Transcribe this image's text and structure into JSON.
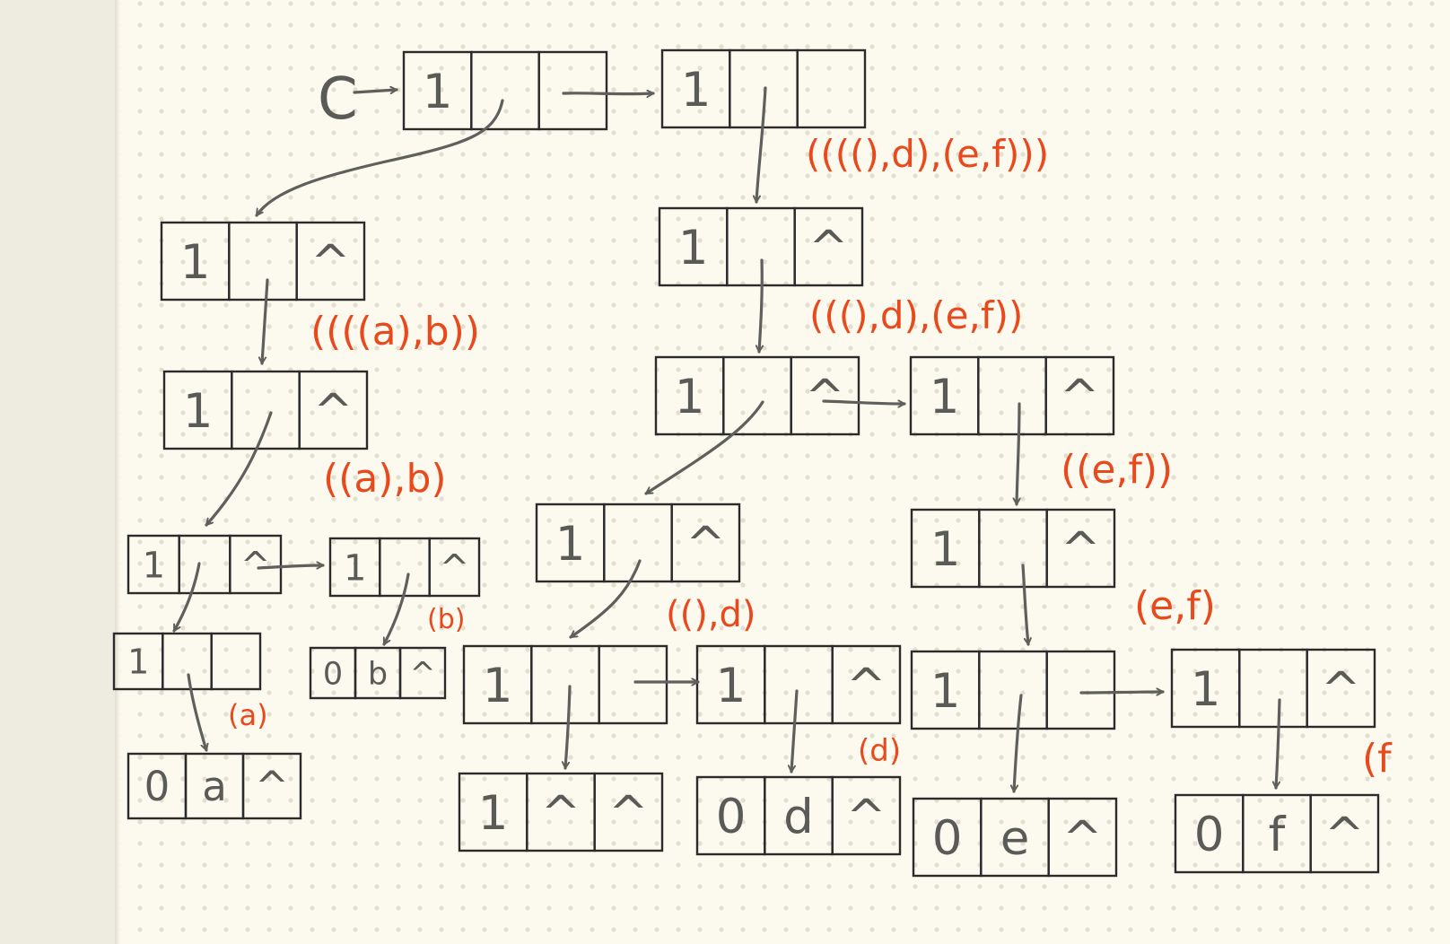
{
  "diagram": {
    "head_label": "C",
    "nodes": [
      {
        "id": "n1",
        "cells": [
          "1",
          "",
          ""
        ]
      },
      {
        "id": "n2",
        "cells": [
          "1",
          "",
          "^"
        ]
      },
      {
        "id": "n3",
        "cells": [
          "1",
          "",
          "^"
        ]
      },
      {
        "id": "n4",
        "cells": [
          "1",
          "",
          "^"
        ]
      },
      {
        "id": "n5",
        "cells": [
          "1",
          "",
          ""
        ]
      },
      {
        "id": "n6",
        "cells": [
          "1",
          "",
          "^"
        ]
      },
      {
        "id": "n7",
        "cells": [
          "1",
          "",
          "^"
        ]
      },
      {
        "id": "n8",
        "cells": [
          "1",
          "",
          "^"
        ]
      },
      {
        "id": "n9",
        "cells": [
          "0",
          "b",
          "^"
        ]
      },
      {
        "id": "n10",
        "cells": [
          "0",
          "a",
          "^"
        ]
      },
      {
        "id": "n11",
        "cells": [
          "1",
          "",
          "^"
        ]
      },
      {
        "id": "n12",
        "cells": [
          "1",
          "",
          ""
        ]
      },
      {
        "id": "n13",
        "cells": [
          "1",
          "",
          "^"
        ]
      },
      {
        "id": "n14",
        "cells": [
          "1",
          "",
          "^"
        ]
      },
      {
        "id": "n15",
        "cells": [
          "1",
          "",
          ""
        ]
      },
      {
        "id": "n16",
        "cells": [
          "1",
          "",
          "^"
        ]
      },
      {
        "id": "n17",
        "cells": [
          "1",
          "",
          ""
        ]
      },
      {
        "id": "n18",
        "cells": [
          "1",
          "",
          "^"
        ]
      },
      {
        "id": "n19",
        "cells": [
          "1",
          "^",
          "^"
        ]
      },
      {
        "id": "n20",
        "cells": [
          "0",
          "d",
          "^"
        ]
      },
      {
        "id": "n21",
        "cells": [
          "0",
          "e",
          "^"
        ]
      },
      {
        "id": "n22",
        "cells": [
          "0",
          "f",
          "^"
        ]
      }
    ],
    "annotations": [
      "((((),d),(e,f)))",
      "((((a),b))",
      "((a),b)",
      "(((),d),(e,f))",
      "((e,f))",
      "(b)",
      "(a)",
      "((),d)",
      "(d)",
      "(e,f)",
      "(f"
    ],
    "colors": {
      "ink": "#5f5f5c",
      "cell_border": "#2b2b2b",
      "annotation": "#e84a1e",
      "paper": "#fcfaee",
      "dot": "#e3ded0"
    }
  }
}
